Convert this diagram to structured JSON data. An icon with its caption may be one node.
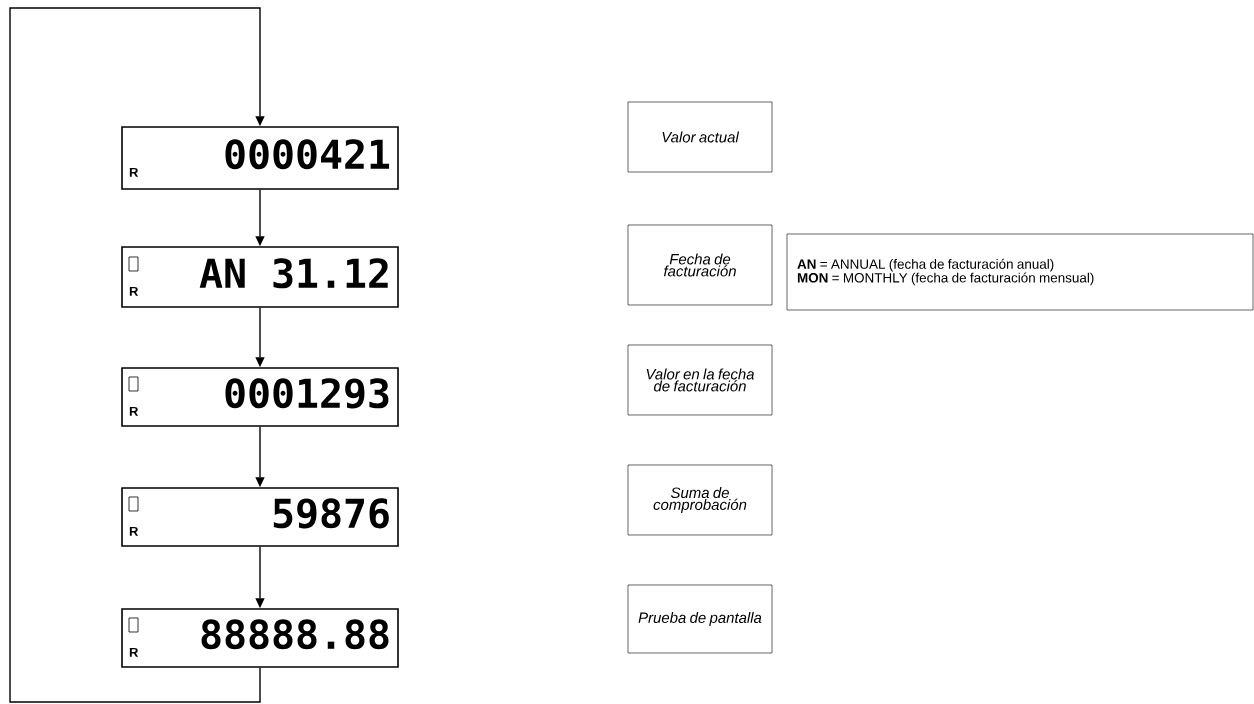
{
  "diagram": {
    "nodes": [
      {
        "text": [
          "R",
          "0000421"
        ]
      },
      {
        "text": [
          "R",
          "AN 31.12"
        ]
      },
      {
        "text": [
          "R",
          "0001293"
        ]
      },
      {
        "text": [
          "R",
          "59876"
        ]
      },
      {
        "text": [
          "R",
          "88888.88"
        ]
      },
      {
        "text": [
          "Valor actual"
        ]
      },
      {
        "text": [
          "Fecha de facturación"
        ]
      },
      {
        "text": [
          "Valor en la fecha de facturación"
        ]
      },
      {
        "text": [
          "Suma de comprobación"
        ]
      },
      {
        "text": [
          "Prueba de pantalla"
        ]
      },
      {
        "text": [
          "**AN** = ANNUAL (fecha de facturación anual)",
          "**MON** = MONTHLY (fecha de facturación mensual)"
        ]
      }
    ],
    "edges": [
      {
        "from": 0,
        "to": 1,
        "arrow": "to"
      },
      {
        "from": 1,
        "to": 2,
        "arrow": "to"
      },
      {
        "from": 2,
        "to": 3,
        "arrow": "to"
      },
      {
        "from": 3,
        "to": 4,
        "arrow": "to"
      },
      {
        "from": 4,
        "to": 0,
        "arrow": "to"
      }
    ]
  }
}
